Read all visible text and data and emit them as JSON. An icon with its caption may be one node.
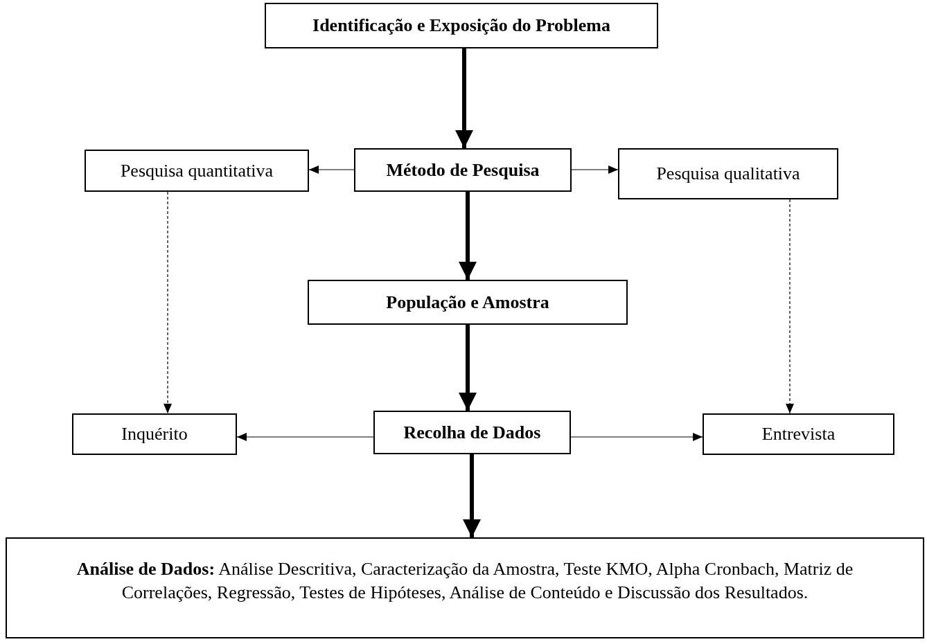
{
  "diagram": {
    "nodes": [
      {
        "text": [
          "Identificação e Exposição do Problema"
        ]
      },
      {
        "text": [
          "Pesquisa quantitativa"
        ]
      },
      {
        "text": [
          "Método de Pesquisa"
        ]
      },
      {
        "text": [
          "Pesquisa qualitativa"
        ]
      },
      {
        "text": [
          "População e Amostra"
        ]
      },
      {
        "text": [
          "Inquérito"
        ]
      },
      {
        "text": [
          "Recolha de Dados"
        ]
      },
      {
        "text": [
          "Entrevista"
        ]
      },
      {
        "text": [
          "**Análise de Dados:** Análise Descritiva, Caracterização da Amostra, Teste KMO, Alpha Cronbach, Matriz de Correlações, Regressão, Testes de Hipóteses, Análise de Conteúdo e Discussão dos Resultados."
        ]
      }
    ],
    "edges": [
      {
        "from": 0,
        "to": 2,
        "arrow": "to",
        "style": "thick"
      },
      {
        "from": 2,
        "to": 1,
        "arrow": "to"
      },
      {
        "from": 2,
        "to": 3,
        "arrow": "to"
      },
      {
        "from": 2,
        "to": 4,
        "arrow": "to",
        "style": "thick"
      },
      {
        "from": 1,
        "to": 5,
        "arrow": "to",
        "style": "dashed"
      },
      {
        "from": 3,
        "to": 7,
        "arrow": "to",
        "style": "dashed"
      },
      {
        "from": 4,
        "to": 6,
        "arrow": "to",
        "style": "thick"
      },
      {
        "from": 6,
        "to": 5,
        "arrow": "to"
      },
      {
        "from": 6,
        "to": 7,
        "arrow": "to"
      },
      {
        "from": 6,
        "to": 8,
        "arrow": "to",
        "style": "thick"
      }
    ]
  }
}
